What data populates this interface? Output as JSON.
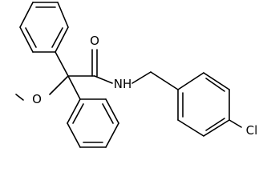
{
  "molecule": {
    "atoms": {
      "oxygen_carbonyl": "O",
      "nitrogen": "NH",
      "oxygen_methoxy": "O",
      "chlorine": "Cl"
    },
    "colors": {
      "bond": "#000000",
      "label": "#000000",
      "background": "#ffffff"
    }
  }
}
